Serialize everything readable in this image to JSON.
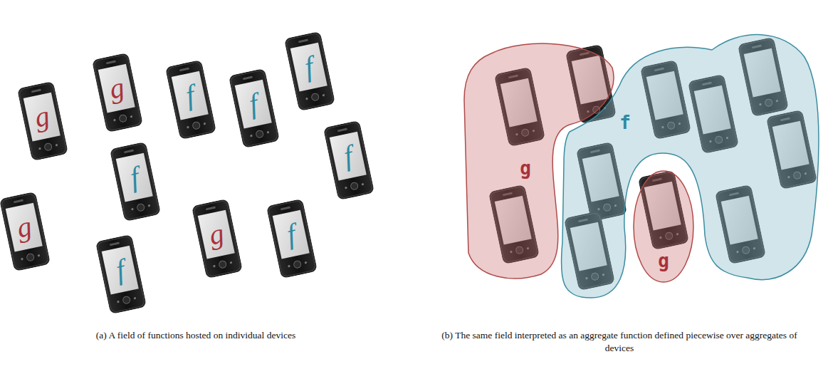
{
  "diagram": {
    "nodes": [
      {
        "text": [
          "f"
        ]
      },
      {
        "text": [
          "g"
        ]
      },
      {
        "text": [
          "f"
        ]
      },
      {
        "text": [
          "f"
        ]
      },
      {
        "text": [
          "g"
        ]
      },
      {
        "text": [
          "f"
        ]
      },
      {
        "text": [
          "f"
        ]
      },
      {
        "text": [
          "g"
        ]
      },
      {
        "text": [
          "g"
        ]
      },
      {
        "text": [
          "f"
        ]
      },
      {
        "text": [
          "f"
        ]
      },
      {
        "text": [
          "g"
        ]
      },
      {
        "text": [
          "f"
        ]
      },
      {
        "text": [
          "g"
        ]
      }
    ],
    "labels": [
      "(a) A field of functions hosted on individual devices",
      "(b) The same field interpreted as an aggregate function defined piecewise over aggregates of devices"
    ]
  }
}
